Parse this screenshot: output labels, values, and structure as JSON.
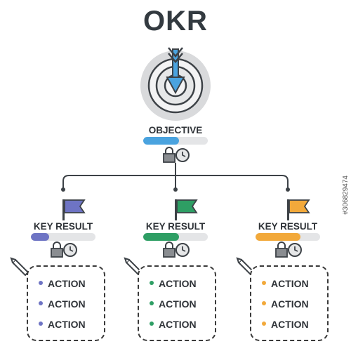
{
  "title": "OKR",
  "objective": {
    "label": "Objective",
    "progress_pct": 55,
    "color": "#4aa3df"
  },
  "key_results": [
    {
      "label": "KEY RESULT",
      "progress_pct": 28,
      "color": "#6e74c4",
      "flag_icon": "flag-icon",
      "actions": [
        "ACTION",
        "ACTION",
        "ACTION"
      ]
    },
    {
      "label": "KEY RESULT",
      "progress_pct": 55,
      "color": "#2e9e64",
      "flag_icon": "flag-icon",
      "actions": [
        "ACTION",
        "ACTION",
        "ACTION"
      ]
    },
    {
      "label": "KEY RESULT",
      "progress_pct": 70,
      "color": "#f2a93b",
      "flag_icon": "flag-icon",
      "actions": [
        "ACTION",
        "ACTION",
        "ACTION"
      ]
    }
  ],
  "icons": {
    "objective": "target-arrow-icon",
    "lock": "lock-icon",
    "clock": "clock-icon",
    "edit": "pencil-icon"
  },
  "watermark": "#306829474"
}
